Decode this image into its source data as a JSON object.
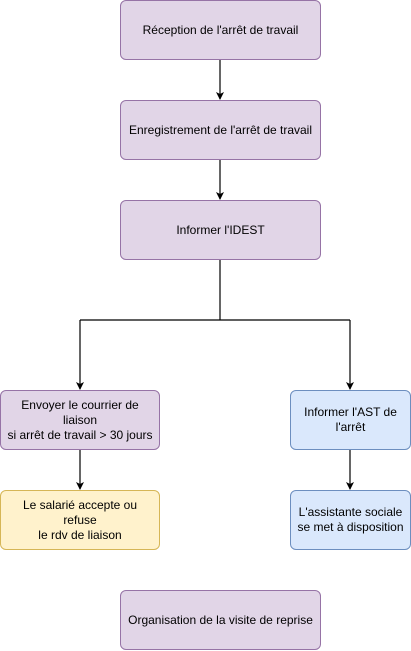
{
  "colors": {
    "purple_fill": "#e1d5e7",
    "purple_stroke": "#9673a6",
    "blue_fill": "#dae8fc",
    "blue_stroke": "#6c8ebf",
    "yellow_fill": "#fff2cc",
    "yellow_stroke": "#d6b656",
    "edge": "#000000"
  },
  "nodes": {
    "reception": {
      "label": "Réception de l'arrêt de travail"
    },
    "enregistrement": {
      "label": "Enregistrement de l'arrêt de travail"
    },
    "informer_idest": {
      "label": "Informer l'IDEST"
    },
    "envoyer_courrier": {
      "label_line1": "Envoyer le courrier de liaison",
      "label_line2": "si arrêt de travail > 30 jours"
    },
    "informer_ast": {
      "label_line1": "Informer l'AST de",
      "label_line2": "l'arrêt"
    },
    "salarie": {
      "label_line1": "Le salarié accepte ou refuse",
      "label_line2": "le rdv de liaison"
    },
    "assistante": {
      "label_line1": "L'assistante sociale",
      "label_line2": "se met à disposition"
    },
    "organisation": {
      "label": "Organisation de la visite de reprise"
    }
  }
}
